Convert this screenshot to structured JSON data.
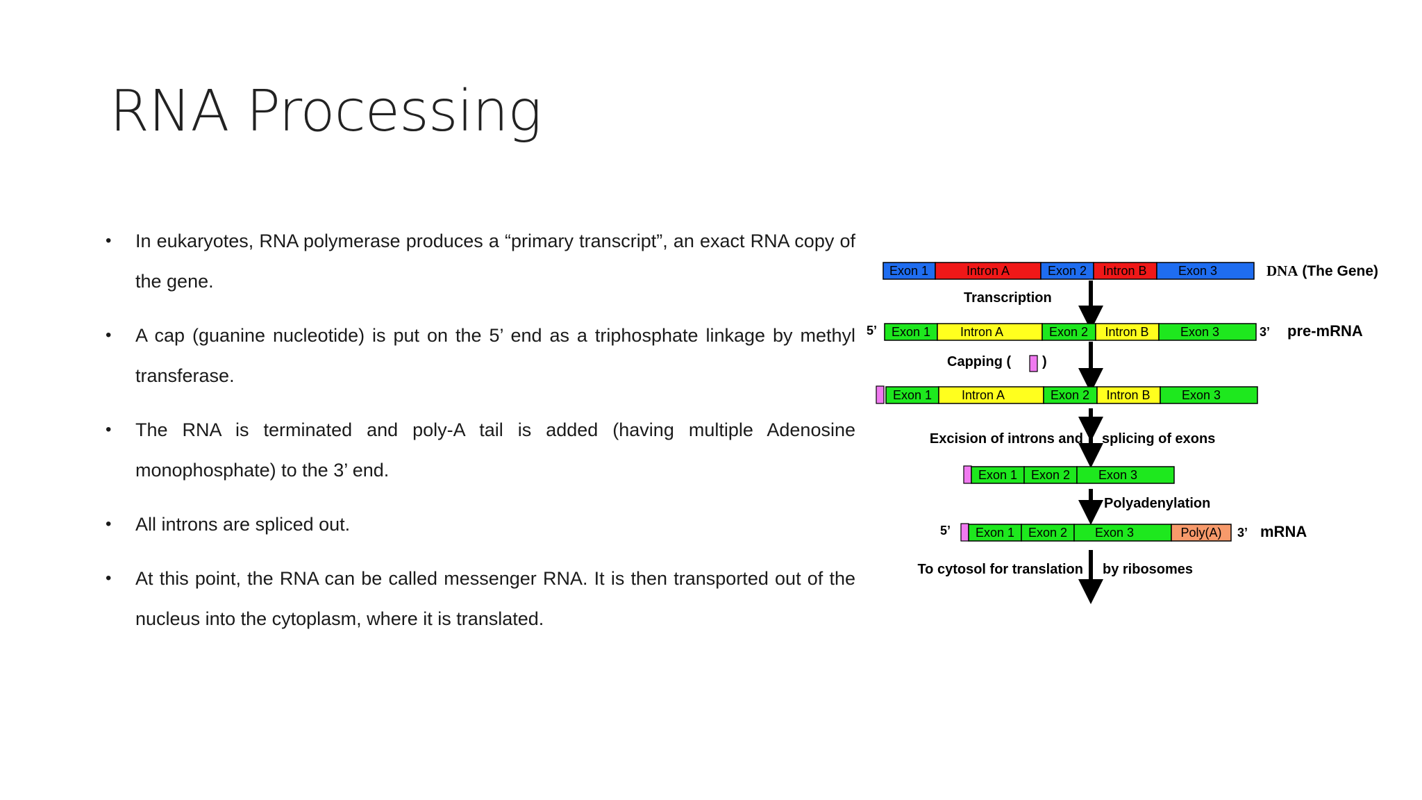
{
  "slide": {
    "title": "RNA Processing"
  },
  "bullets": [
    "In eukaryotes, RNA polymerase produces a “primary transcript”, an exact RNA copy of the gene.",
    "A cap (guanine nucleotide) is put on the 5’ end as a triphosphate linkage by methyl transferase.",
    "The RNA is terminated and poly-A tail is added (having multiple Adenosine monophosphate) to the 3’ end.",
    "All introns are spliced out.",
    " At this point, the RNA can be called messenger RNA. It is then transported out of the nucleus into the cytoplasm, where it is translated."
  ],
  "bullet_symbol": "•",
  "diagram": {
    "colors": {
      "dna_exon": "#1f6df0",
      "intron_dna": "#f01818",
      "intron_rna": "#ffff1e",
      "exon_rna": "#1ee81e",
      "cap": "#f07af0",
      "poly_a": "#f79a6b",
      "arrow": "#000000"
    },
    "dna": {
      "segments": [
        "Exon 1",
        "Intron A",
        "Exon 2",
        "Intron B",
        "Exon 3"
      ],
      "label_bold": "DNA",
      "label_rest": " (The Gene)"
    },
    "step_transcription": "Transcription",
    "pre_mrna": {
      "five_prime": "5’",
      "three_prime": "3’",
      "segments": [
        "Exon 1",
        "Intron A",
        "Exon 2",
        "Intron B",
        "Exon 3"
      ],
      "label": "pre-mRNA"
    },
    "step_capping_left": "Capping (",
    "step_capping_right": ")",
    "capped": {
      "segments": [
        "Exon 1",
        "Intron A",
        "Exon 2",
        "Intron B",
        "Exon 3"
      ]
    },
    "step_excision_left": "Excision of introns and",
    "step_excision_right": "splicing of exons",
    "spliced": {
      "segments": [
        "Exon 1",
        "Exon 2",
        "Exon 3"
      ]
    },
    "step_polyadenylation": "Polyadenylation",
    "mrna": {
      "five_prime": "5’",
      "three_prime": "3’",
      "segments": [
        "Exon 1",
        "Exon 2",
        "Exon 3"
      ],
      "poly_a": "Poly(A)",
      "label": "mRNA"
    },
    "step_cytosol_left": "To cytosol for translation",
    "step_cytosol_right": "by ribosomes"
  }
}
